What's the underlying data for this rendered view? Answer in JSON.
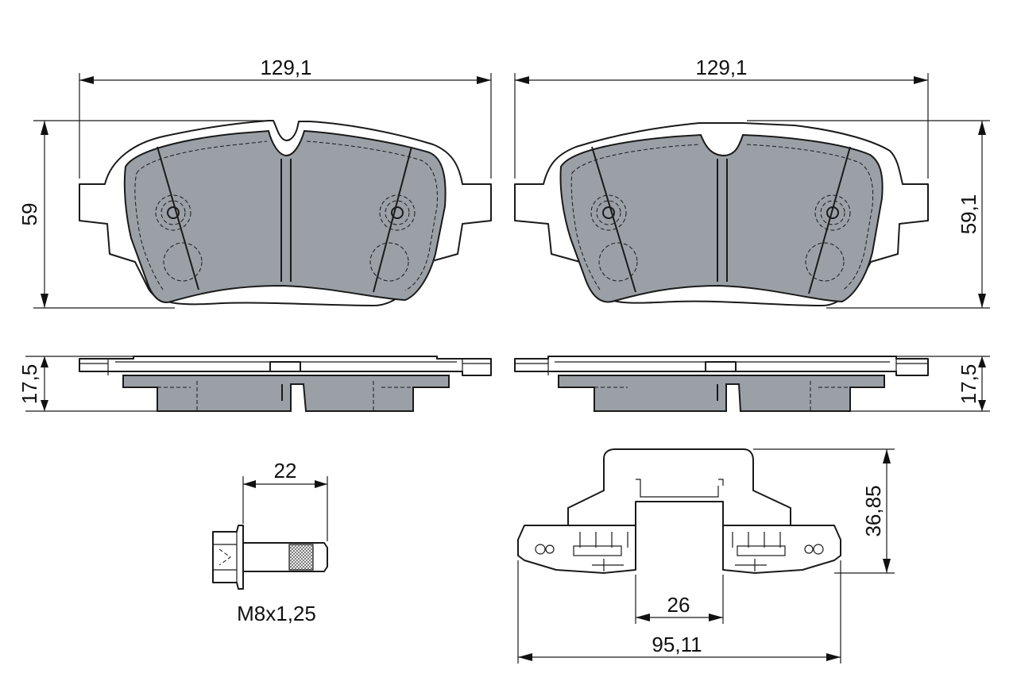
{
  "dimensions": {
    "pad_left_width": "129,1",
    "pad_right_width": "129,1",
    "pad_left_height": "59",
    "pad_right_height": "59,1",
    "pad_left_thickness": "17,5",
    "pad_right_thickness": "17,5",
    "bolt_length": "22",
    "bolt_thread": "M8x1,25",
    "clip_inner_width": "26",
    "clip_outer_width": "95,11",
    "clip_height": "36,85"
  },
  "colors": {
    "friction_material": "#9aa0a6",
    "line": "#1a1a1a",
    "background": "#ffffff"
  }
}
